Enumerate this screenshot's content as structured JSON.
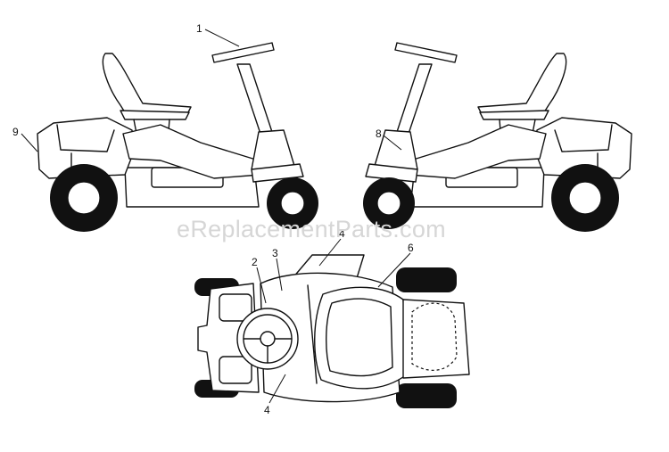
{
  "watermark": "eReplacementParts.com",
  "callouts": [
    {
      "id": "1",
      "label": "1"
    },
    {
      "id": "9",
      "label": "9"
    },
    {
      "id": "8",
      "label": "8"
    },
    {
      "id": "4a",
      "label": "4"
    },
    {
      "id": "2",
      "label": "2"
    },
    {
      "id": "3",
      "label": "3"
    },
    {
      "id": "6",
      "label": "6"
    },
    {
      "id": "4b",
      "label": "4"
    }
  ]
}
